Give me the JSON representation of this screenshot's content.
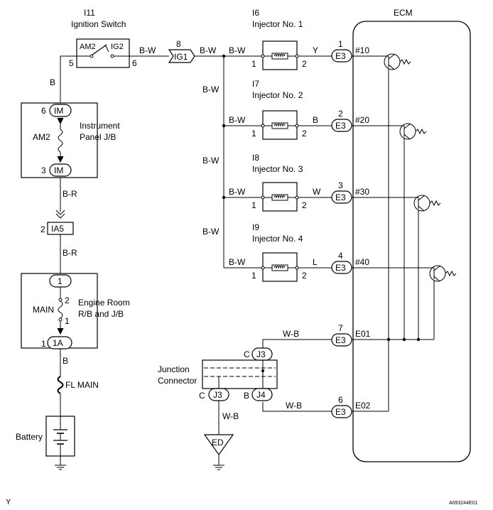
{
  "header": {
    "ecm_label": "ECM"
  },
  "ignition": {
    "code": "I11",
    "name": "Ignition Switch",
    "pin_am2": "AM2",
    "pin_ig2": "IG2",
    "pin_left": "5",
    "pin_right": "6",
    "wire_out": "B-W",
    "wire_down": "B"
  },
  "ig1": {
    "pin": "8",
    "code": "IG1",
    "wire_out": "B-W"
  },
  "bus": {
    "wire_label": "B-W"
  },
  "injectors": [
    {
      "code": "I6",
      "name": "Injector No. 1",
      "branch_wire": "B-W",
      "pin_left": "1",
      "pin_right": "2",
      "out_wire": "Y",
      "ecm_pin": "1",
      "connector": "E3",
      "ecm_terminal": "#10"
    },
    {
      "code": "I7",
      "name": "Injector No. 2",
      "branch_wire": "B-W",
      "pin_left": "1",
      "pin_right": "2",
      "out_wire": "B",
      "ecm_pin": "2",
      "connector": "E3",
      "ecm_terminal": "#20"
    },
    {
      "code": "I8",
      "name": "Injector No. 3",
      "branch_wire": "B-W",
      "pin_left": "1",
      "pin_right": "2",
      "out_wire": "W",
      "ecm_pin": "3",
      "connector": "E3",
      "ecm_terminal": "#30"
    },
    {
      "code": "I9",
      "name": "Injector No. 4",
      "branch_wire": "B-W",
      "pin_left": "1",
      "pin_right": "2",
      "out_wire": "L",
      "ecm_pin": "4",
      "connector": "E3",
      "ecm_terminal": "#40"
    }
  ],
  "instrument_panel": {
    "name_line1": "Instrument",
    "name_line2": "Panel J/B",
    "top_pin": "6",
    "top_code": "IM",
    "fuse": "AM2",
    "bottom_pin": "3",
    "bottom_code": "IM",
    "wire_out": "B-R"
  },
  "ia5": {
    "pin": "2",
    "code": "IA5",
    "wire_out": "B-R"
  },
  "engine_room": {
    "name_line1": "Engine Room",
    "name_line2": "R/B and J/B",
    "top_code": "1",
    "fuse": "MAIN",
    "fuse_pin_top": "2",
    "fuse_pin_bottom": "1",
    "bottom_pin": "1",
    "bottom_code": "1A",
    "wire_out": "B"
  },
  "fl_main": {
    "label": "FL MAIN"
  },
  "battery": {
    "label": "Battery"
  },
  "ground_ecm": [
    {
      "pin": "7",
      "connector": "E3",
      "terminal": "E01",
      "wire": "W-B"
    },
    {
      "pin": "6",
      "connector": "E3",
      "terminal": "E02",
      "wire": "W-B"
    }
  ],
  "junction": {
    "name_line1": "Junction",
    "name_line2": "Connector",
    "top_pin": "C",
    "top_code": "J3",
    "bl_pin": "C",
    "bl_code": "J3",
    "br_pin": "B",
    "br_code": "J4",
    "wire_down": "W-B"
  },
  "ed": {
    "label": "ED"
  },
  "footer": {
    "left": "Y",
    "right": "A093244E01"
  }
}
